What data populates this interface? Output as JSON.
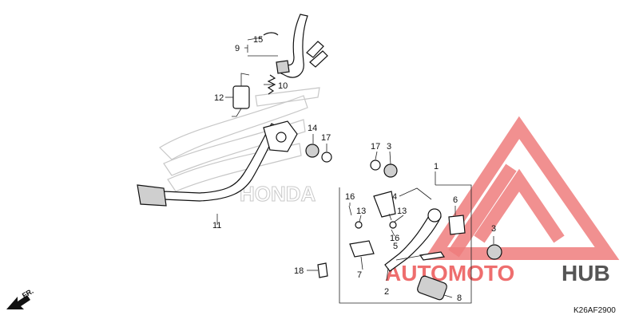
{
  "diagram_code": "K26AF2900",
  "direction_label": "FR.",
  "watermark": {
    "brand_red": "AUTOMOTO",
    "brand_grey": "HUB",
    "logo_color": "#ef7c7c",
    "brand_red_color": "#ee6e6e",
    "brand_grey_color": "#555555"
  },
  "callouts": {
    "c1": "1",
    "c2": "2",
    "c3a": "3",
    "c3b": "3",
    "c4": "4",
    "c5": "5",
    "c6": "6",
    "c7": "7",
    "c8": "8",
    "c9": "9",
    "c10": "10",
    "c11": "11",
    "c12": "12",
    "c13a": "13",
    "c13b": "13",
    "c14": "14",
    "c15": "15",
    "c16a": "16",
    "c16b": "16",
    "c17a": "17",
    "c17b": "17",
    "c18": "18"
  }
}
